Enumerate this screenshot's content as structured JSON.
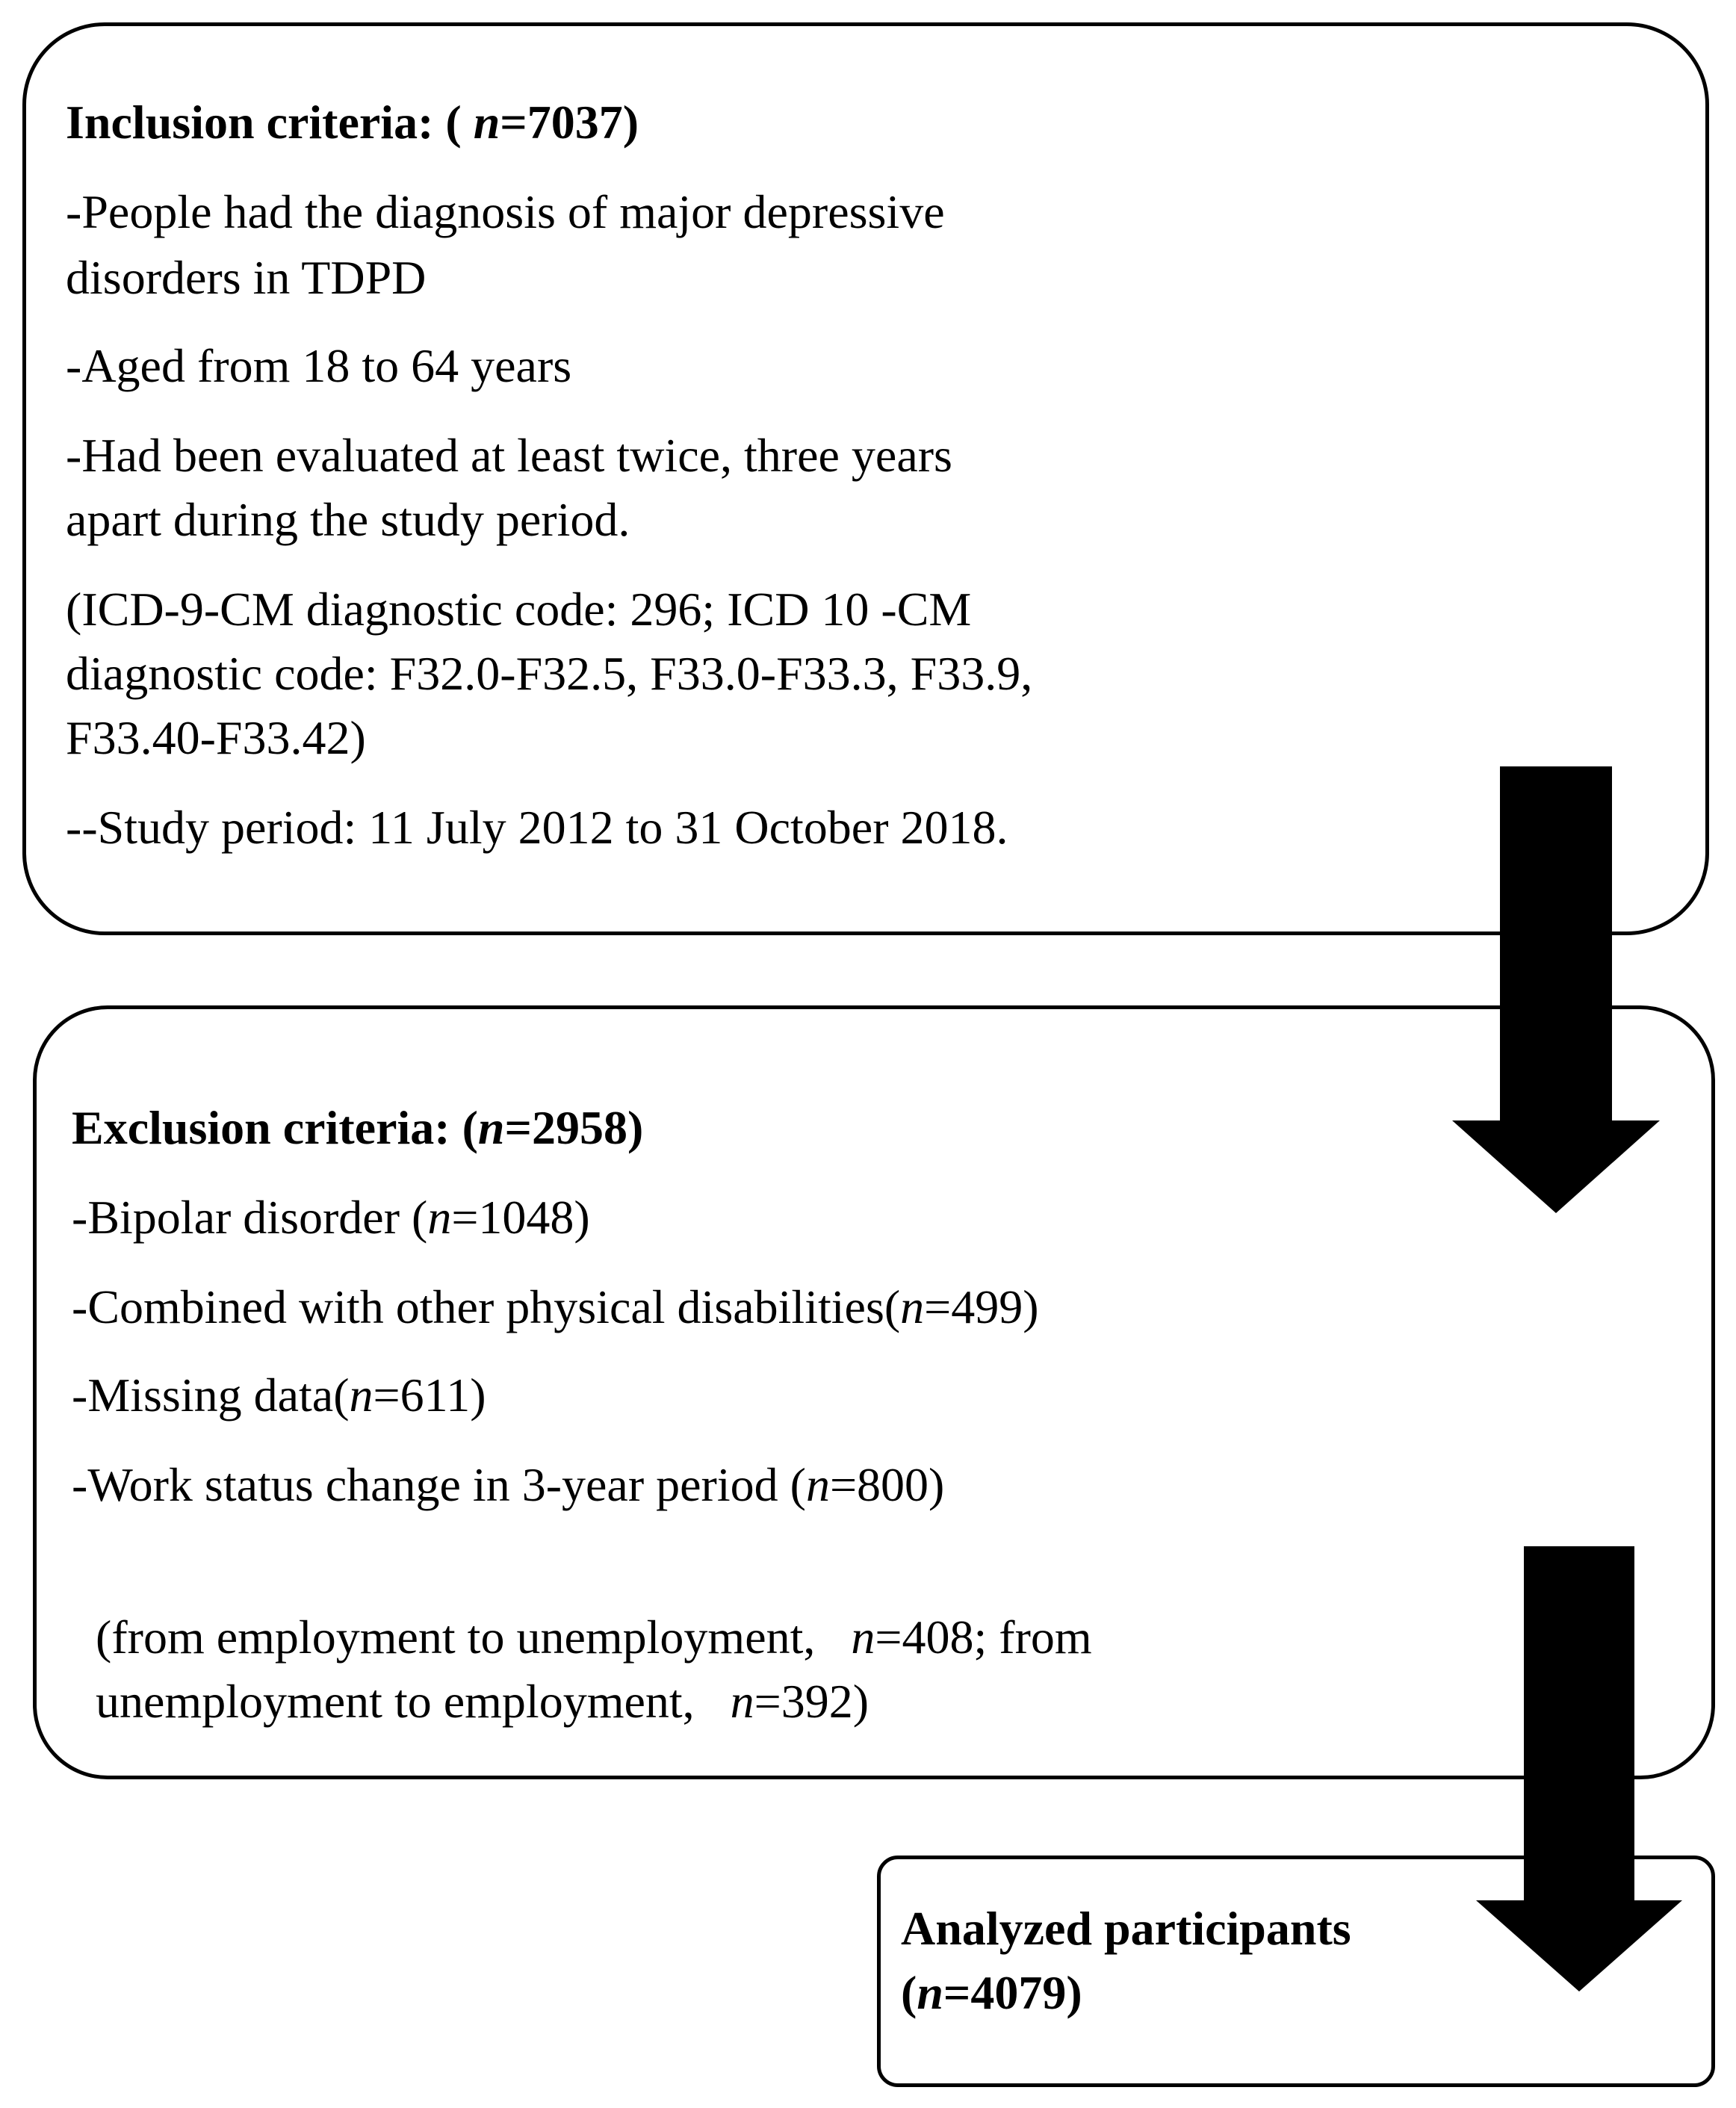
{
  "inclusion": {
    "heading_prefix": "Inclusion criteria: (",
    "n_symbol": "n",
    "n_value": "=7037)",
    "line1": "-People had the diagnosis of major depressive",
    "line2": "disorders in TDPD",
    "line3": "-Aged from 18 to 64 years",
    "line4": "-Had been evaluated at least twice, three years",
    "line5": "apart during the study period.",
    "line6": "(ICD-9-CM diagnostic code: 296; ICD 10 -CM",
    "line7": "diagnostic code: F32.0-F32.5, F33.0-F33.3, F33.9,",
    "line8": "F33.40-F33.42)",
    "line9": "--Study period: 11 July 2012 to 31 October 2018."
  },
  "exclusion": {
    "heading_prefix": "Exclusion criteria:  (",
    "n_symbol": "n",
    "n_value": "=2958)",
    "item1_prefix": "-Bipolar disorder (",
    "item1_value": "=1048)",
    "item2_prefix": "-Combined with other physical  disabilities(",
    "item2_value": "=499)",
    "item3_prefix": "-Missing data(",
    "item3_value": "=611)",
    "item4_prefix": "-Work status change in 3-year period  (",
    "item4_value": "=800)",
    "item5_prefix": "(from employment to unemployment,   ",
    "item5_value": "=408; from",
    "item6_prefix": "unemployment to employment,   ",
    "item6_value": "=392)"
  },
  "analyzed": {
    "line1": "Analyzed participants",
    "line2_prefix": "(",
    "n_symbol": "n",
    "line2_value": "=4079)"
  }
}
